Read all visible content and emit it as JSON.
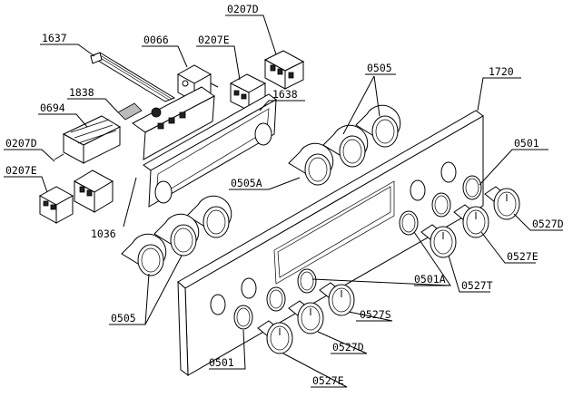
{
  "diagram": {
    "labels": {
      "l1637": "1637",
      "l0066": "0066",
      "l0207E_top": "0207E",
      "l0207D_top": "0207D",
      "l1838": "1838",
      "l0694": "0694",
      "l1638": "1638",
      "l0505_top": "0505",
      "l1720": "1720",
      "l0207D_left": "0207D",
      "l0207E_left": "0207E",
      "l1036": "1036",
      "l0505A": "0505A",
      "l0501_right": "0501",
      "l0527D_right": "0527D",
      "l0527E_right": "0527E",
      "l0501A": "0501A",
      "l0527T": "0527T",
      "l0527S": "0527S",
      "l0505_bottom": "0505",
      "l0527D_bottom": "0527D",
      "l0501_bottom": "0501",
      "l0527E_bottom": "0527E"
    }
  }
}
